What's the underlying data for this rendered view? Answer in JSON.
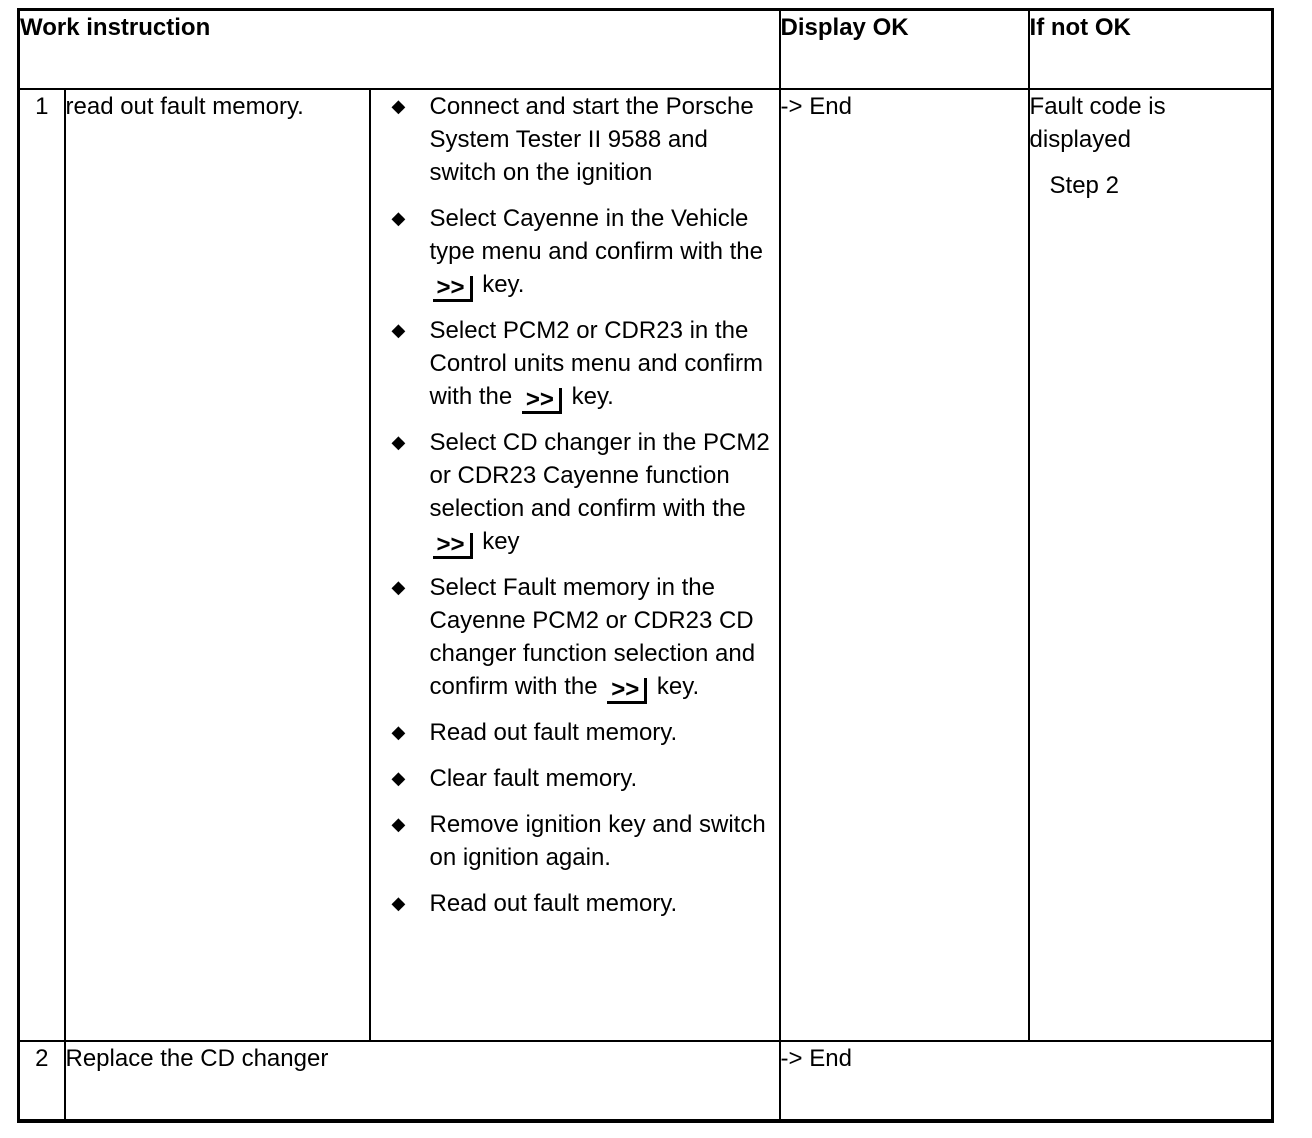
{
  "colors": {
    "ink": "#000000",
    "paper": "#ffffff"
  },
  "table": {
    "bullet_glyph": "◆",
    "key_label": ">>",
    "header": {
      "work_instruction": "Work instruction",
      "display_ok": "Display OK",
      "if_not_ok": "If not OK"
    },
    "rows": {
      "r1": {
        "number": "1",
        "instruction": "read out fault memory.",
        "display_ok": "-> End",
        "if_not_ok_text": "Fault code is displayed",
        "if_not_ok_step": "Step 2"
      },
      "r2": {
        "number": "2",
        "instruction": "Replace the CD changer",
        "display_ok": "-> End"
      }
    },
    "steps": [
      {
        "text": "Connect and start the Porsche System Tester II 9588 and switch on the ignition"
      },
      {
        "pre": "Select Cayenne in the Vehicle type menu and confirm with the ",
        "has_key": true,
        "post": " key."
      },
      {
        "pre": "Select PCM2 or CDR23 in the Control units menu and confirm with the ",
        "has_key": true,
        "post": " key."
      },
      {
        "pre": "Select CD changer in the PCM2 or CDR23 Cayenne function selection and confirm with the ",
        "has_key": true,
        "post": " key"
      },
      {
        "pre": "Select Fault memory in the Cayenne PCM2 or CDR23 CD changer function selection and confirm with the ",
        "has_key": true,
        "post": " key."
      },
      {
        "text": "Read out fault memory."
      },
      {
        "text": "Clear fault memory."
      },
      {
        "text": "Remove ignition key and switch on ignition again."
      },
      {
        "text": "Read out fault memory."
      }
    ]
  }
}
